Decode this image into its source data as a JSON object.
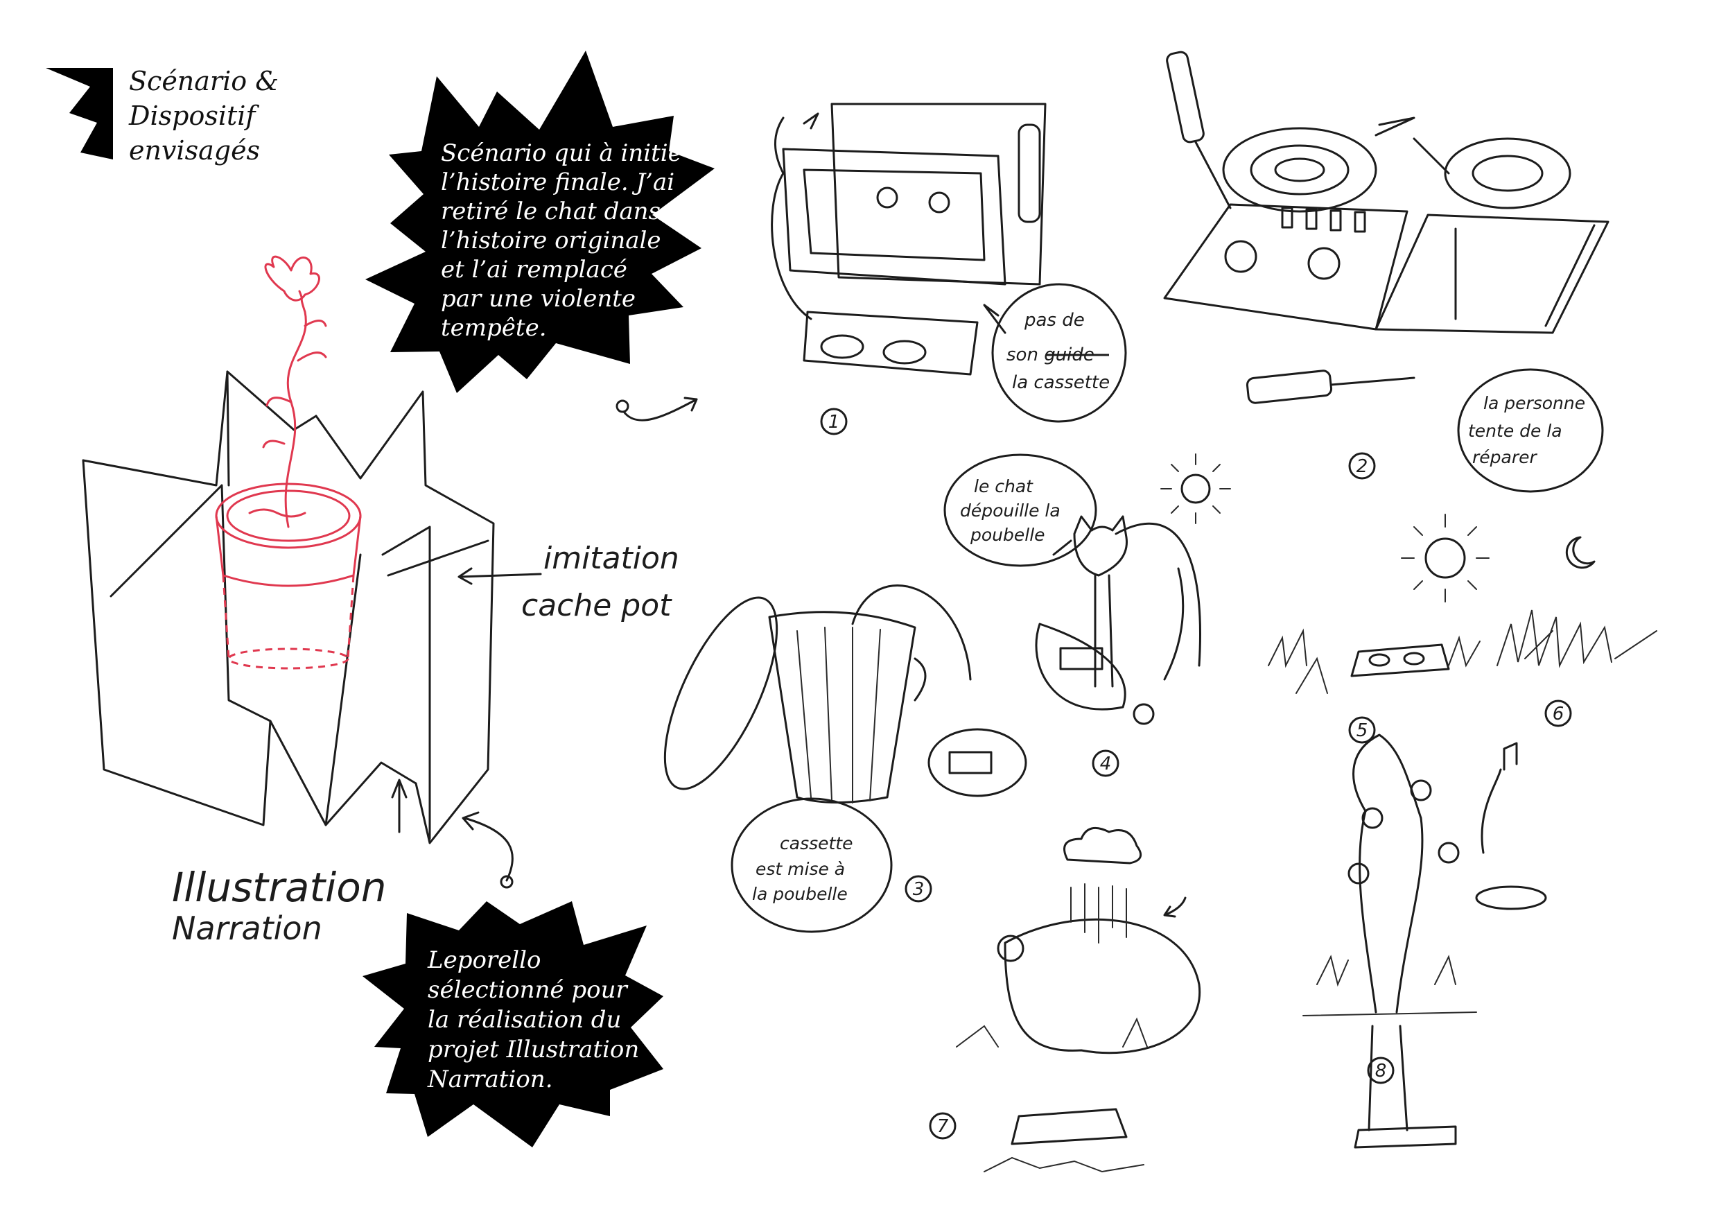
{
  "header": {
    "title_lines": [
      "Scénario &",
      "Dispositif",
      "envisagés"
    ]
  },
  "callouts": {
    "top": [
      "Scénario qui à initié",
      "l’histoire finale. J’ai",
      "retiré le chat dans",
      "l’histoire originale",
      "et l’ai remplacé",
      "par une violente",
      "tempête."
    ],
    "bottom": [
      "Leporello",
      "sélectionné pour",
      "la réalisation du",
      "projet Illustration",
      "Narration."
    ]
  },
  "sketch_labels": {
    "cache_pot": [
      "imitation",
      "cache pot"
    ],
    "project": [
      "Illustration",
      "Narration"
    ],
    "bubble_1": [
      "pas de",
      "son guide",
      "la cassette"
    ],
    "bubble_2": [
      "la personne",
      "tente de la",
      "réparer"
    ],
    "bubble_4": [
      "le chat",
      "dépouille la",
      "poubelle"
    ],
    "bubble_3": [
      "cassette",
      "est mise à",
      "la poubelle"
    ]
  },
  "steps": [
    "1",
    "2",
    "3",
    "4",
    "5",
    "6",
    "7",
    "8"
  ],
  "colors": {
    "ink": "#1c1c1c",
    "red_pencil": "#e0384f",
    "callout": "#000000"
  }
}
